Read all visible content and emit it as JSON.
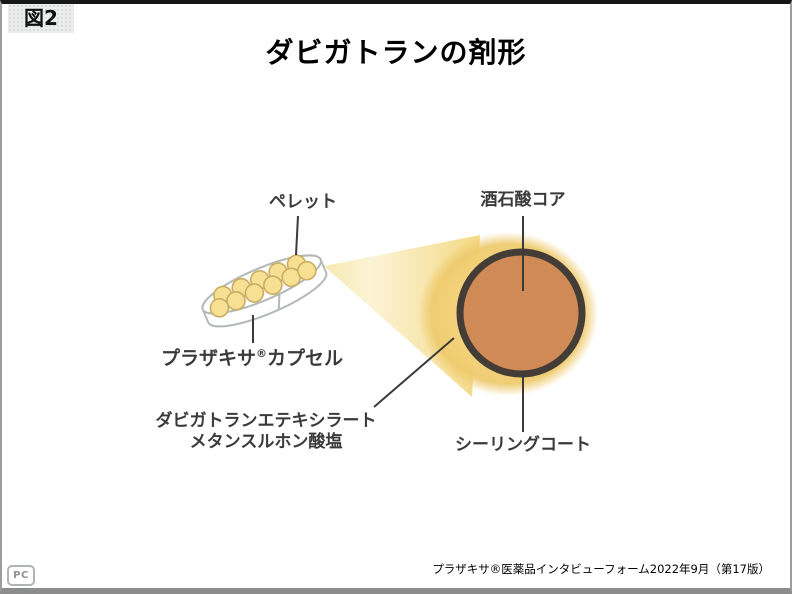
{
  "page": {
    "figure_label": "図2",
    "title": "ダビガトランの剤形",
    "footer_source": "プラザキサ®医薬品インタビューフォーム2022年9月（第17版）",
    "pc_badge_label": "PC"
  },
  "diagram": {
    "pellet_label": "ペレット",
    "capsule_label_name": "プラザキサ",
    "capsule_label_reg": "®",
    "capsule_label_type": "カプセル",
    "core_label": "酒石酸コア",
    "api_label_line1": "ダビガトランエテキシラート",
    "api_label_line2": "メタンスルホン酸塩",
    "sealing_label": "シーリングコート",
    "colors": {
      "pellet_fill": "#F7E094",
      "pellet_stroke": "#CBAD62",
      "capsule_outline": "#B5B9B5",
      "beam_start": "#F6E8AC",
      "beam_mid": "#FBF2D1",
      "beam_end": "#F3D77F",
      "halo_inner": "#F5DC8C",
      "halo_mid": "#F2D27B",
      "halo_edge": "#EFCB6E",
      "core_fill": "#CF8A55",
      "ring_stroke": "#443D37",
      "leader_line": "#3A3A3A"
    }
  }
}
